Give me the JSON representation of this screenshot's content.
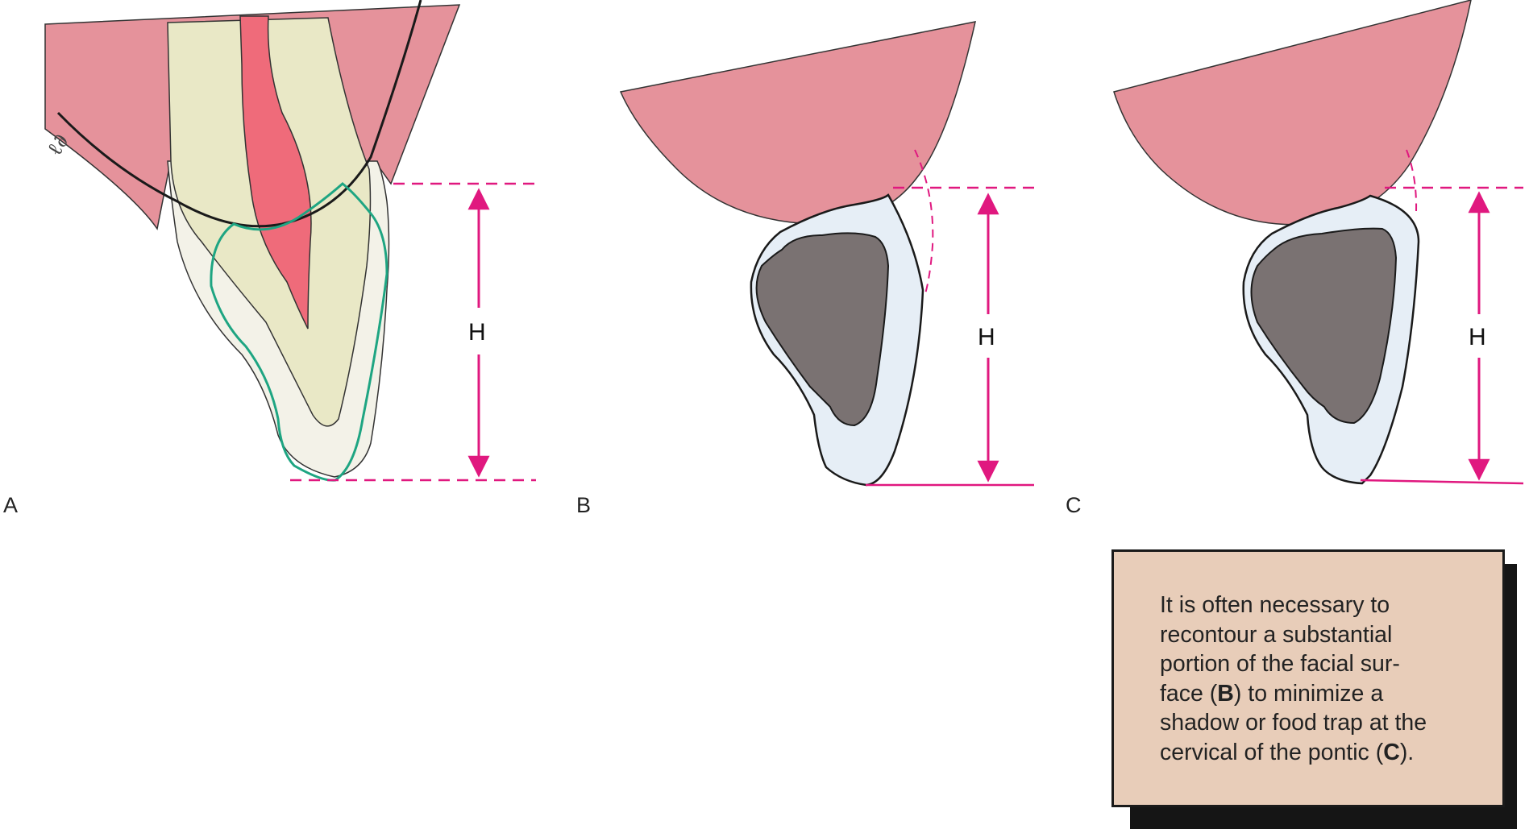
{
  "panels": [
    {
      "label": "A"
    },
    {
      "label": "B"
    },
    {
      "label": "C"
    }
  ],
  "dimension_label": "H",
  "callout": {
    "line1": "It is often necessary to",
    "line2": "recontour a substantial",
    "line3": "portion of the facial sur-",
    "line4_prefix": "face (",
    "line4_bold": "B",
    "line4_suffix": ") to minimize a",
    "line5": "shadow or food trap at the",
    "line6_prefix": "cervical of the pontic (",
    "line6_bold": "C",
    "line6_suffix": ")."
  },
  "colors": {
    "gingiva": "#e5929b",
    "pulp": "#ef6b7a",
    "dentin": "#e9e8c6",
    "enamel": "#f3f2e8",
    "outline_new": "#1ea582",
    "dimension": "#e0187f",
    "pontic_shell": "#e6eef6",
    "pontic_core": "#7a7272",
    "callout_bg": "#e8cdb9"
  }
}
